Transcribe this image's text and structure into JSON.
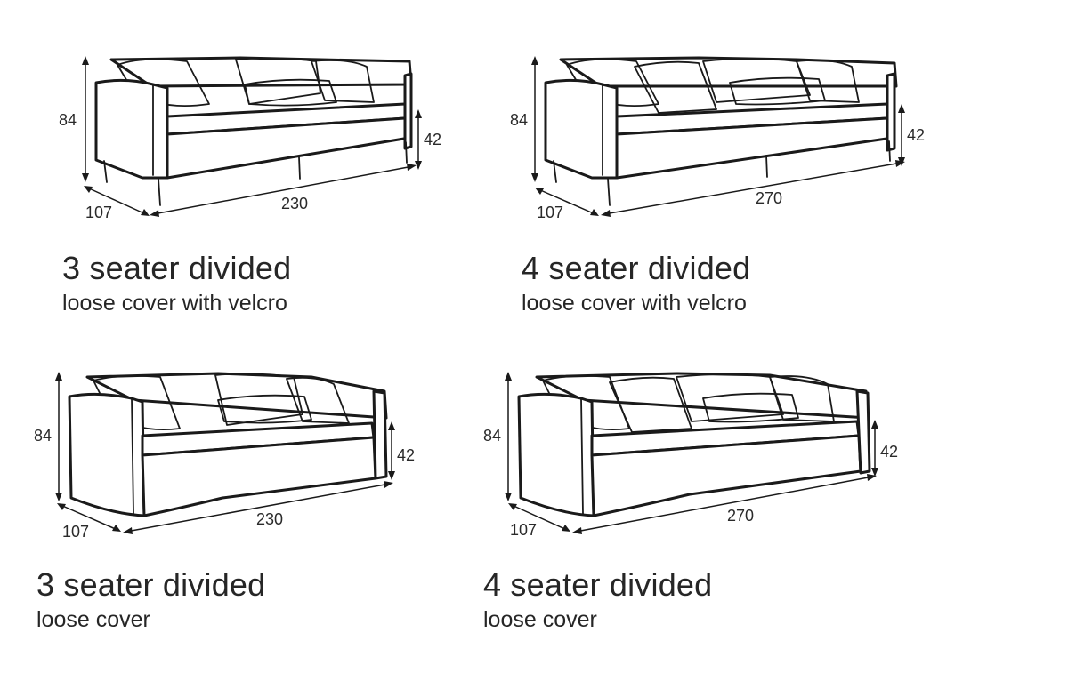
{
  "items": [
    {
      "title": "3 seater divided",
      "subtitle": "loose cover with velcro",
      "height": "84",
      "seat_height": "42",
      "depth": "107",
      "width": "230"
    },
    {
      "title": "4 seater divided",
      "subtitle": "loose cover with velcro",
      "height": "84",
      "seat_height": "42",
      "depth": "107",
      "width": "270"
    },
    {
      "title": "3 seater divided",
      "subtitle": "loose cover",
      "height": "84",
      "seat_height": "42",
      "depth": "107",
      "width": "230"
    },
    {
      "title": "4 seater divided",
      "subtitle": "loose cover",
      "height": "84",
      "seat_height": "42",
      "depth": "107",
      "width": "270"
    }
  ]
}
